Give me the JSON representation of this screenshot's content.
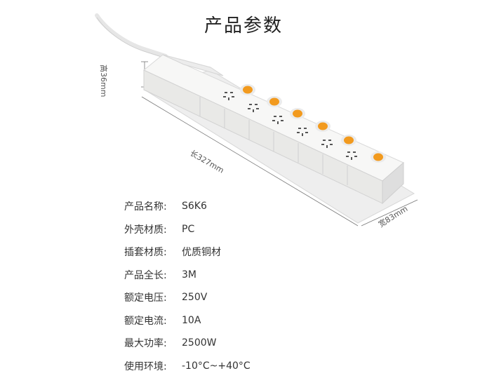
{
  "title": "产品参数",
  "dimensions": {
    "height": "高36mm",
    "length": "长327mm",
    "width": "宽83mm"
  },
  "specs": [
    {
      "label": "产品名称:",
      "value": "S6K6"
    },
    {
      "label": "外壳材质:",
      "value": "PC"
    },
    {
      "label": "插套材质:",
      "value": "优质铜材"
    },
    {
      "label": "产品全长:",
      "value": "3M"
    },
    {
      "label": "额定电压:",
      "value": "250V"
    },
    {
      "label": "额定电流:",
      "value": "10A"
    },
    {
      "label": "最大功率:",
      "value": "2500W"
    },
    {
      "label": "使用环境:",
      "value": "-10°C~+40°C"
    }
  ],
  "colors": {
    "switch": "#f29a1e",
    "body": "#f4f5f3"
  }
}
